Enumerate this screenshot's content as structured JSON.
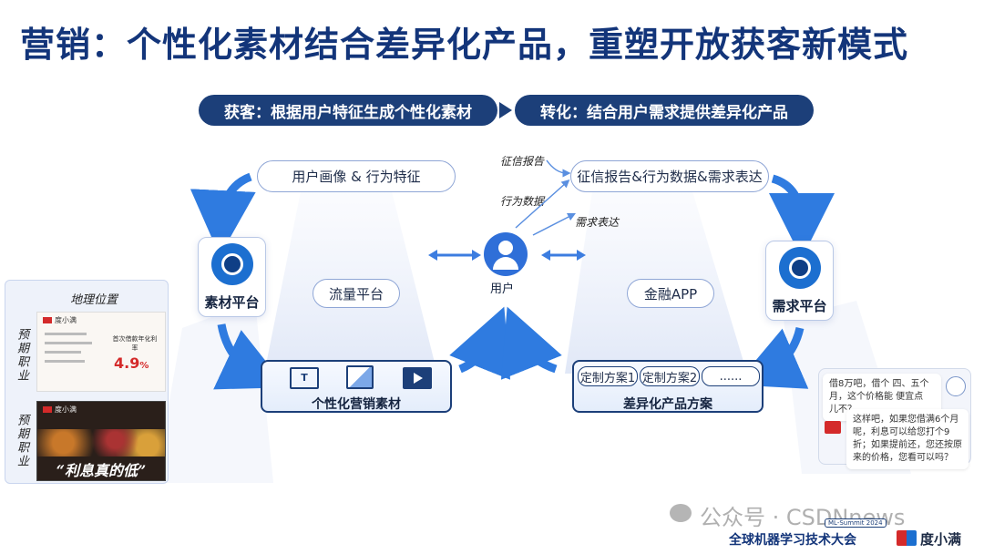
{
  "title": "营销：个性化素材结合差异化产品，重塑开放获客新模式",
  "banner": {
    "left": "获客：根据用户特征生成个性化素材",
    "right": "转化：结合用户需求提供差异化产品"
  },
  "profile_pill": "用户画像 & 行为特征",
  "credit_pill": "征信报告&行为数据&需求表达",
  "annotations": {
    "credit_report": "征信报告",
    "behavior_data": "行为数据",
    "demand": "需求表达"
  },
  "flow_platform": "流量平台",
  "finance_app": "金融APP",
  "user_label": "用户",
  "material_platform": "素材平台",
  "demand_platform": "需求平台",
  "marketing_box": {
    "label": "个性化营销素材"
  },
  "product_box": {
    "label": "差异化产品方案",
    "chips": [
      "定制方案1",
      "定制方案2",
      "......"
    ]
  },
  "left_panel": {
    "geo": "地理位置",
    "vertical1": "预期职业",
    "vertical2": "预期职业",
    "ad1_brand": "度小满",
    "ad1_rate": "4.9",
    "ad1_rate_unit": "%",
    "ad1_rate_caption": "首次借款年化利率",
    "ad2_brand": "度小满",
    "ad2_slogan": "“利息真的低”"
  },
  "chat": {
    "q1": "借8万吧，借个 四、五个月，这个价格能 便宜点 儿不？",
    "a1": "这样吧，如果您借满6个月呢，利息可以给您打个9折；如果提前还，您还按原来的价格，您看可以吗？"
  },
  "footer": {
    "watermark": "公众号 · CSDNnews",
    "conf_tag": "ML-Summit 2024",
    "conference": "全球机器学习技术大会",
    "brand": "度小满"
  },
  "colors": {
    "navy": "#1c3f79",
    "title": "#13357a",
    "accent_blue": "#1c6fd0",
    "arrow_blue": "#2f7be0"
  }
}
